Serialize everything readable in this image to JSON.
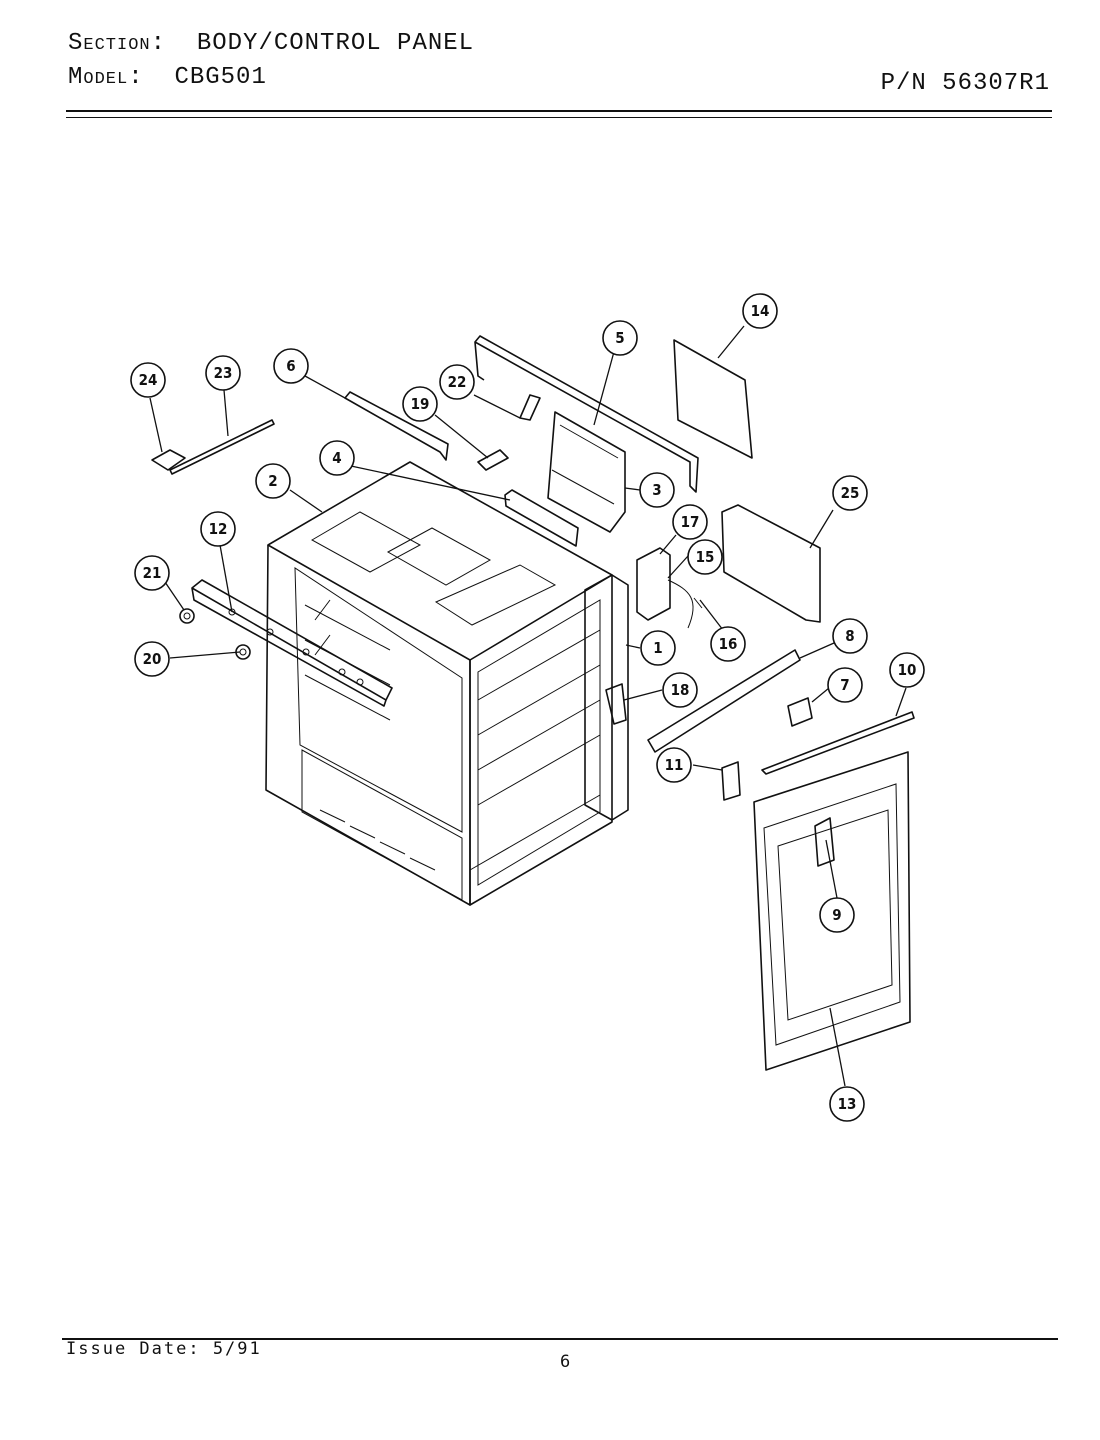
{
  "header": {
    "section_label": "Section:",
    "section_value": "BODY/CONTROL PANEL",
    "model_label": "Model:",
    "model_value": "CBG501",
    "part_number": "P/N 56307R1"
  },
  "footer": {
    "issue_date": "Issue Date: 5/91",
    "page_number": "6"
  },
  "callouts": [
    "1",
    "2",
    "3",
    "4",
    "5",
    "6",
    "7",
    "8",
    "9",
    "10",
    "11",
    "12",
    "13",
    "14",
    "15",
    "16",
    "17",
    "18",
    "19",
    "20",
    "21",
    "22",
    "23",
    "24",
    "25"
  ]
}
